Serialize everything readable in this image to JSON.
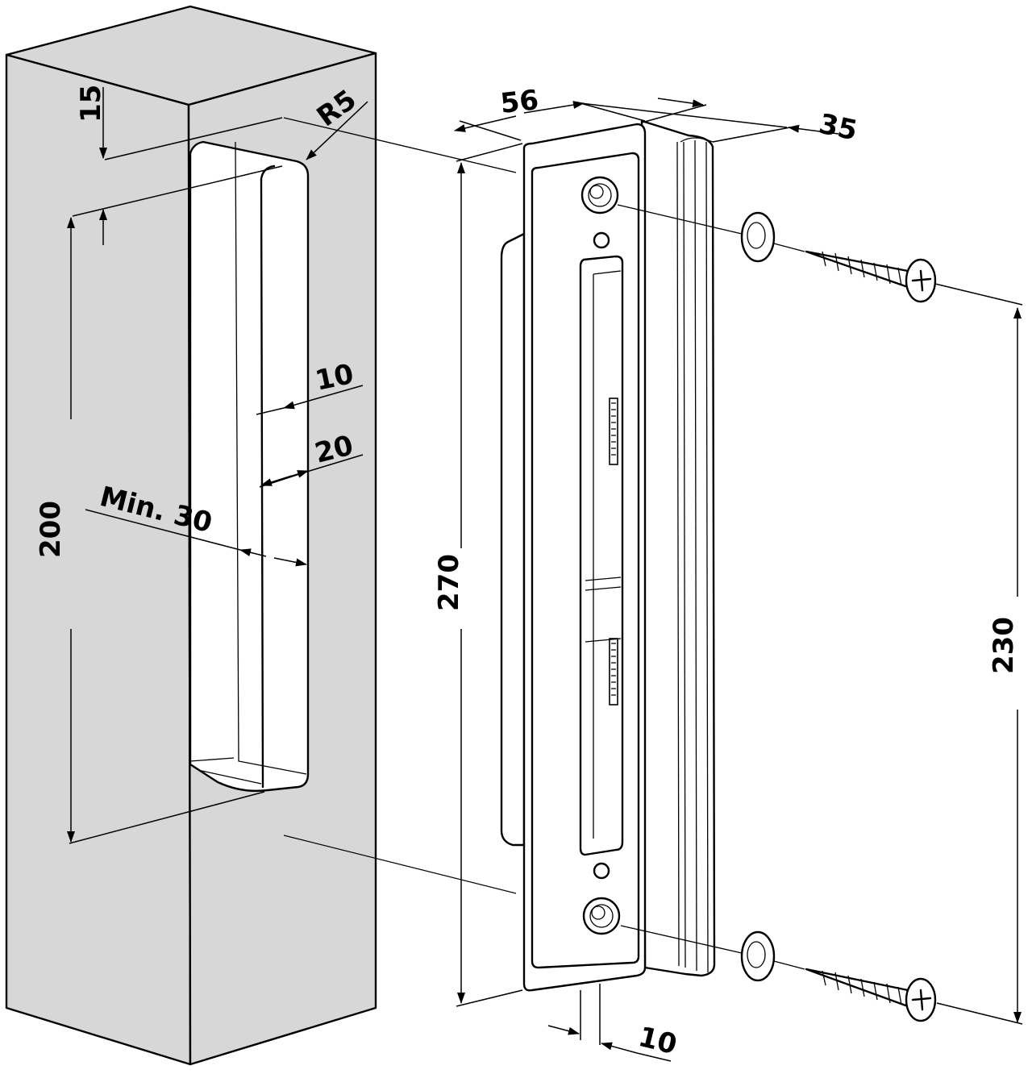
{
  "dimensions": {
    "slot_offset": "15",
    "corner_radius": "R5",
    "slot_inner_width": "10",
    "slot_width": "20",
    "min_depth": "Min. 30",
    "slot_length": "200",
    "plate_width": "56",
    "plate_depth": "35",
    "plate_length": "270",
    "hole_spacing": "230",
    "bottom_offset": "10"
  }
}
